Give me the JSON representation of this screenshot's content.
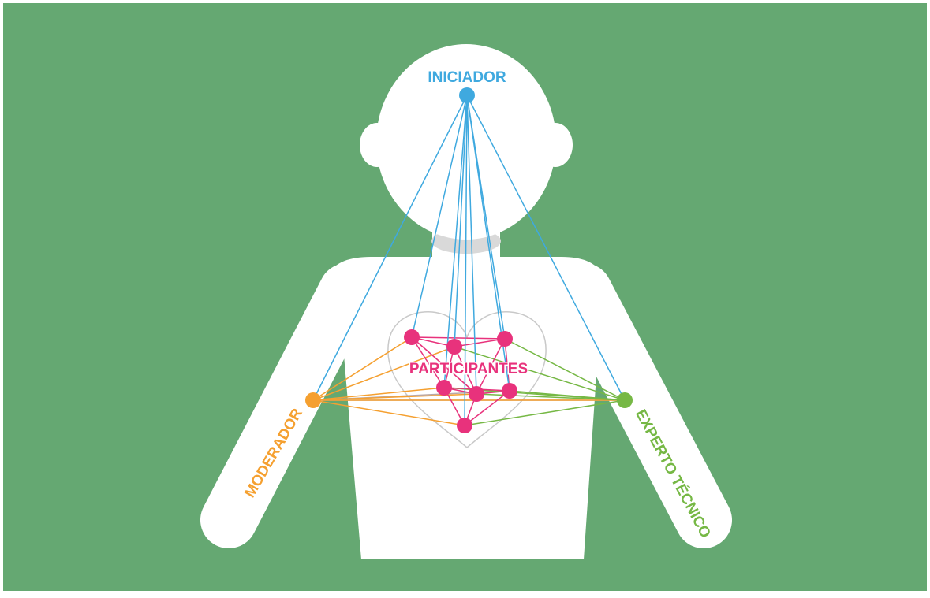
{
  "colors": {
    "background": "#65a872",
    "frame": "#ffffff",
    "silhouette": "#ffffff",
    "neck_shadow": "#d9d9d9",
    "heart_outline": "#c9c9c9",
    "iniciador": "#3fa9df",
    "participantes": "#e8327c",
    "moderador": "#f5a030",
    "experto": "#76b845",
    "gray_link": "#b8a8a8"
  },
  "labels": {
    "iniciador": "INICIADOR",
    "participantes": "PARTICIPANTES",
    "moderador": "MODERADOR",
    "experto": "EXPERTO TÉCNICO"
  },
  "icons": {
    "figure": "person-silhouette-icon",
    "heart": "heart-outline-icon"
  }
}
